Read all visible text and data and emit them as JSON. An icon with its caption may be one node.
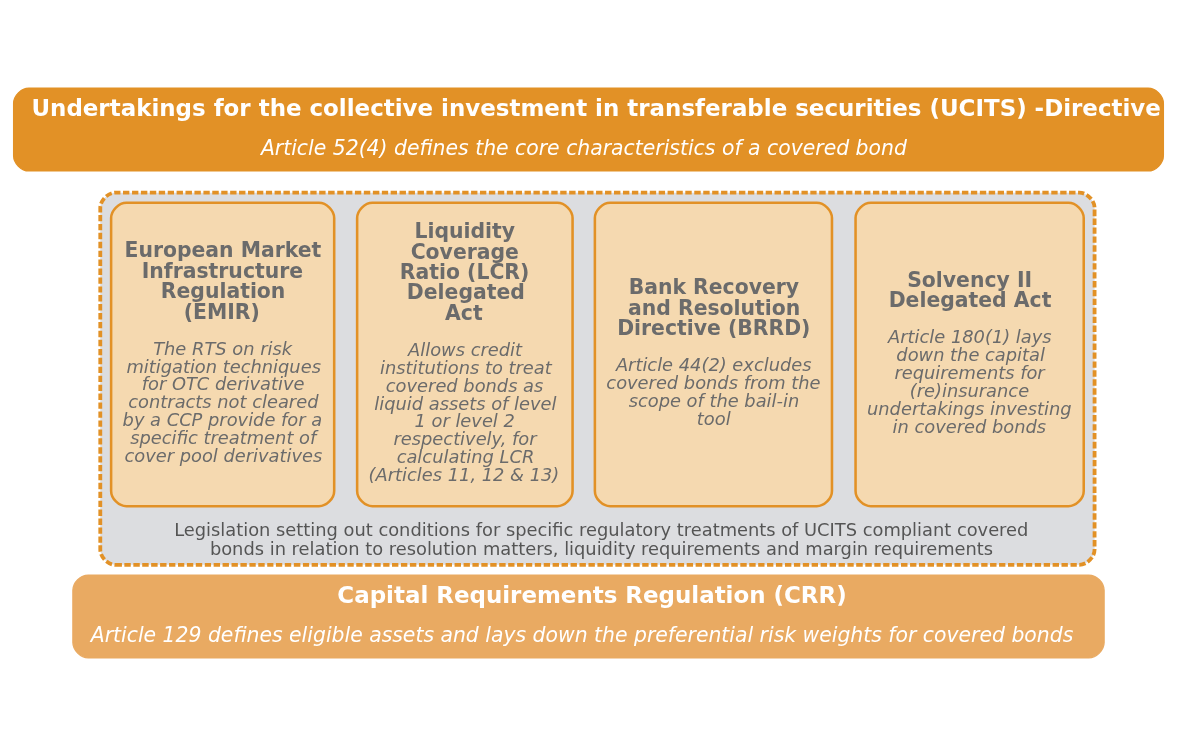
{
  "diagram": {
    "nodes": [
      {
        "text": [
          "Undertakings for the collective investment in transferable securities (UCITS) -Directive",
          "Article 52(4) defines the core characteristics of a covered bond"
        ]
      },
      {
        "text": [
          "Legislation setting out conditions for specific regulatory treatments of UCITS compliant covered bonds in relation to resolution matters, liquidity requirements and margin requirements"
        ]
      },
      {
        "text": [
          "Solvency II Delegated Act",
          "Article 180(1) lays down the capital requirements for (re)insurance undertakings investing in covered bonds"
        ],
        "in": 1
      },
      {
        "text": [
          "Bank Recovery and Resolution Directive (BRRD)",
          "Article 44(2) excludes covered bonds from the scope of the bail-in tool"
        ],
        "in": 1
      },
      {
        "text": [
          "Liquidity Coverage Ratio (LCR) Delegated Act",
          "Allows credit institutions to treat covered bonds as liquid assets of level 1 or level 2 respectively, for calculating LCR (Articles 11, 12 & 13)"
        ],
        "in": 1
      },
      {
        "text": [
          "European Market Infrastructure Regulation (EMIR)",
          "The RTS on risk mitigation techniques for OTC derivative contracts not cleared by a CCP provide for a specific treatment of cover pool derivatives"
        ],
        "in": 1
      },
      {
        "text": [
          "Capital Requirements Regulation (CRR)",
          "Article 129 defines eligible assets and lays down the preferential risk weights for covered bonds"
        ]
      }
    ],
    "edges": []
  }
}
